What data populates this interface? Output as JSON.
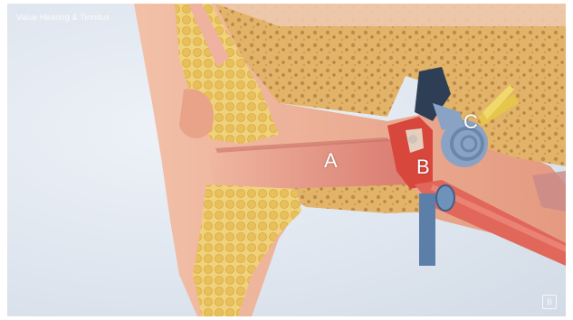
{
  "diagram": {
    "watermark": "Value Hearing & Tinnitus",
    "labels": {
      "a": "A",
      "b": "B",
      "c": "C"
    },
    "corner_logo": "B"
  },
  "colors": {
    "skin": "#e9a58a",
    "bone": "#e8c06a",
    "bone_dark": "#b57a3f",
    "canal": "#d9837a",
    "middle_ear": "#d84a3f",
    "cochlea": "#8aa3c4",
    "nerve": "#e5c54a",
    "vessel": "#5b7fa8"
  }
}
